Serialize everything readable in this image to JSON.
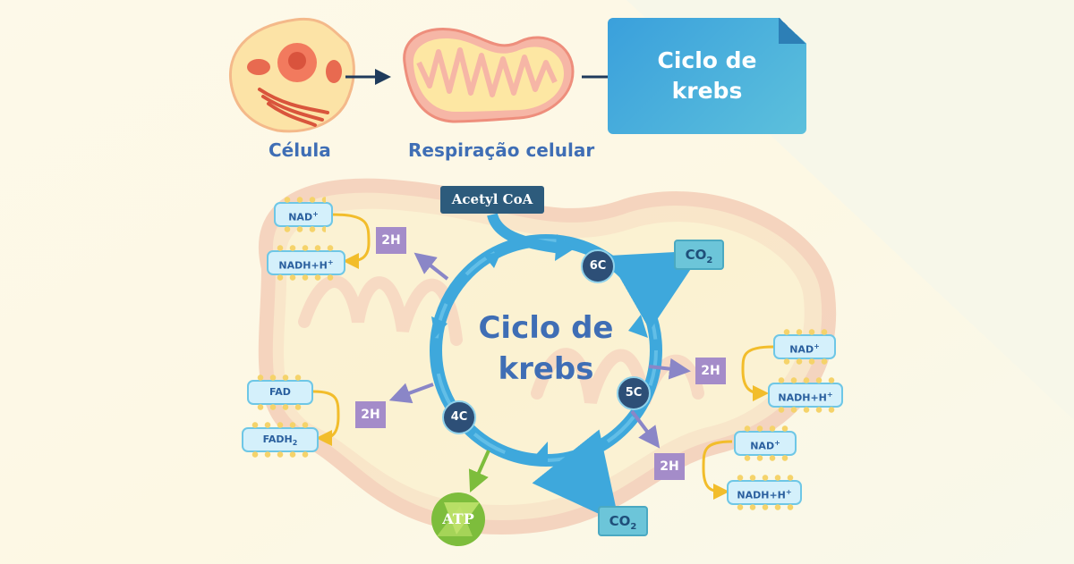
{
  "header": {
    "cell_label": "Célula",
    "respiration_label": "Respiração celular",
    "card_line1": "Ciclo de",
    "card_line2": "krebs"
  },
  "cycle": {
    "title_line1": "Ciclo de",
    "title_line2": "krebs",
    "input": "Acetyl CoA",
    "nodes": {
      "six": "6C",
      "five": "5C",
      "four": "4C"
    },
    "co2": "CO",
    "co2_sub": "2",
    "atp": "ATP"
  },
  "carriers": {
    "nad": "NAD",
    "nad_sup": "+",
    "nadh": "NADH+H",
    "nadh_sup": "+",
    "fad": "FAD",
    "fadh": "FADH",
    "fadh_sub": "2",
    "two_h": "2H"
  },
  "colors": {
    "cycle_blue": "#3ea8dc",
    "title_blue": "#3f6eb5",
    "purple": "#a48cc9",
    "yellow_arrow": "#f2bd2b",
    "green_arrow": "#7dbd3c"
  }
}
